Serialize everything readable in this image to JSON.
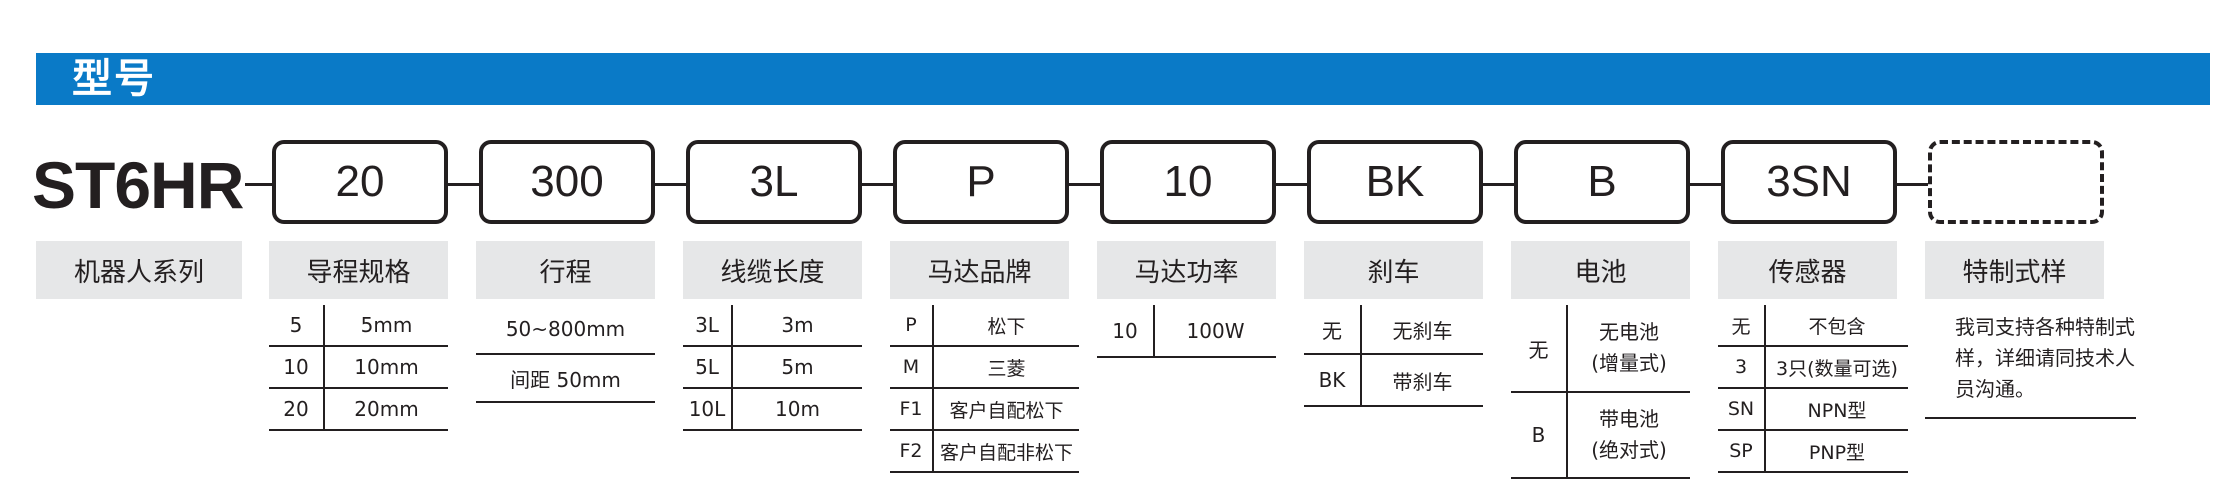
{
  "header": {
    "title": "型号"
  },
  "model": "ST6HR",
  "codes": [
    "20",
    "300",
    "3L",
    "P",
    "10",
    "BK",
    "B",
    "3SN",
    ""
  ],
  "labels": [
    "机器人系列",
    "导程规格",
    "行程",
    "线缆长度",
    "马达品牌",
    "马达功率",
    "刹车",
    "电池",
    "传感器",
    "特制式样"
  ],
  "lead": [
    [
      "5",
      "5mm"
    ],
    [
      "10",
      "10mm"
    ],
    [
      "20",
      "20mm"
    ]
  ],
  "stroke": {
    "range": "50~800mm",
    "step": "间距 50mm"
  },
  "cable": [
    [
      "3L",
      "3m"
    ],
    [
      "5L",
      "5m"
    ],
    [
      "10L",
      "10m"
    ]
  ],
  "motor_brand": [
    [
      "P",
      "松下"
    ],
    [
      "M",
      "三菱"
    ],
    [
      "F1",
      "客户自配松下"
    ],
    [
      "F2",
      "客户自配非松下"
    ]
  ],
  "motor_power": [
    [
      "10",
      "100W"
    ]
  ],
  "brake": [
    [
      "无",
      "无刹车"
    ],
    [
      "BK",
      "带刹车"
    ]
  ],
  "battery": [
    {
      "code": "无",
      "line1": "无电池",
      "line2": "(增量式)"
    },
    {
      "code": "B",
      "line1": "带电池",
      "line2": "(绝对式)"
    }
  ],
  "sensor": [
    [
      "无",
      "不包含"
    ],
    [
      "3",
      "3只(数量可选)"
    ],
    [
      "SN",
      "NPN型"
    ],
    [
      "SP",
      "PNP型"
    ]
  ],
  "special_note": "我司支持各种特制式样，详细请同技术人员沟通。",
  "colors": {
    "banner": "#0a7ac7",
    "label_bg": "#e6e7e8",
    "ink": "#231f20"
  }
}
